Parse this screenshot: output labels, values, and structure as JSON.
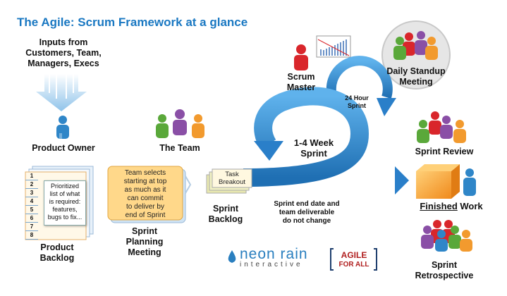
{
  "title": "The Agile: Scrum Framework at a glance",
  "inputs": {
    "line1": "Inputs from",
    "line2": "Customers, Team,",
    "line3": "Managers, Execs"
  },
  "product_owner": "Product Owner",
  "the_team": "The Team",
  "scrum_master": {
    "line1": "Scrum",
    "line2": "Master"
  },
  "daily_standup": {
    "line1": "Daily Standup",
    "line2": "Meeting"
  },
  "hour_sprint": {
    "line1": "24 Hour",
    "line2": "Sprint"
  },
  "week_sprint": {
    "line1": "1-4 Week",
    "line2": "Sprint"
  },
  "sprint_review": "Sprint Review",
  "product_backlog": {
    "rows": [
      "1",
      "2",
      "3",
      "4",
      "5",
      "6",
      "7",
      "8"
    ],
    "note": {
      "line1": "Prioritized",
      "line2": "list of what",
      "line3": "is required:",
      "line4": "features,",
      "line5": "bugs to fix..."
    },
    "label1": "Product",
    "label2": "Backlog"
  },
  "planning": {
    "note": {
      "line1": "Team selects",
      "line2": "starting at top",
      "line3": "as much as it",
      "line4": "can commit",
      "line5": "to deliver by",
      "line6": "end of Sprint"
    },
    "label1": "Sprint",
    "label2": "Planning",
    "label3": "Meeting"
  },
  "task_breakout": {
    "line1": "Task",
    "line2": "Breakout"
  },
  "sprint_backlog": {
    "line1": "Sprint",
    "line2": "Backlog"
  },
  "sprint_end": {
    "line1": "Sprint end date and",
    "line2": "team deliverable",
    "line3": "do not change"
  },
  "finished_work": {
    "finished": "Finished",
    "work": " Work"
  },
  "retrospective": {
    "line1": "Sprint",
    "line2": "Retrospective"
  },
  "logos": {
    "neon": "neon rain",
    "interactive": "interactive",
    "agile1": "AGILE",
    "agile2": "FOR ALL"
  },
  "colors": {
    "title": "#1a78c2",
    "arrow": "#2a8ad4",
    "orange": "#f29a2e",
    "red": "#d9262b",
    "green": "#5aa83a",
    "purple": "#8a4fa6",
    "blue": "#2f86c8"
  }
}
